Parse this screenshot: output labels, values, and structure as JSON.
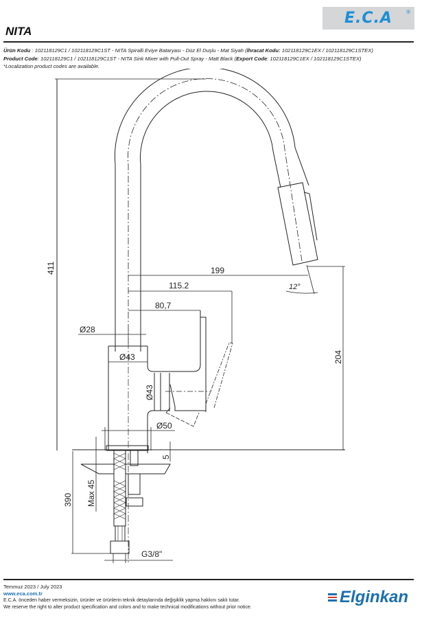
{
  "header": {
    "brand_logo": "E.C.A",
    "brand_registered": "®",
    "product_name": "NITA"
  },
  "codes": {
    "tr_label": "Ürün Kodu",
    "tr_value": "  : 102118129C1 / 102118129C1ST - NITA Spiralli Eviye Bataryası - Düz El Duşlu - Mat Siyah (",
    "tr_export_label": "İhracat Kodu:",
    "tr_export_value": " 102118129C1EX / 102118129C1STEX)",
    "en_label": "Product Code",
    "en_value": ": 102118129C1 / 102118129C1ST - NITA Sink Mixer with Pull-Out Spray - Matt Black (",
    "en_export_label": "Export Code",
    "en_export_value": ": 102118129C1EX / 102118129C1STEX)",
    "note": "*Localization product codes are available."
  },
  "dimensions": {
    "total_height": "411",
    "spout_reach": "199",
    "lever_reach": "115.2",
    "body_reach": "80,7",
    "spout_diameter": "Ø28",
    "body_diameter": "Ø43",
    "handle_diameter": "Ø43",
    "base_diameter": "Ø50",
    "outlet_height": "204",
    "spray_angle": "12°",
    "plate_thickness": "5",
    "max_counter": "Max 45",
    "hose_length": "390",
    "connection": "G3/8\""
  },
  "footer": {
    "date": "Temmuz 2023 / July 2023",
    "website": "www.eca.com.tr",
    "notice_tr": "E.C.A. önceden haber vermeksizin, ürünler ve ürünlerin teknik detaylarında değişiklik yapma hakkını saklı tutar.",
    "notice_en": "We reserve the right to alter product specification and colors and to make technical modifications without prior notice.",
    "partner_logo": "Elginkan"
  },
  "colors": {
    "eca_blue": "#1b8fd6",
    "elginkan_blue": "#1a6fb0",
    "elginkan_red": "#d9342b",
    "logo_bg": "#d4d6d8"
  }
}
